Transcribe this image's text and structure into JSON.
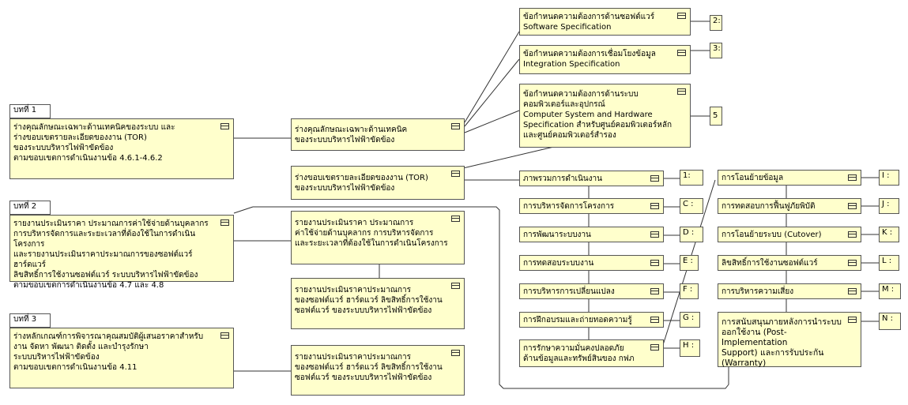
{
  "chapters": [
    {
      "tab": "บทที่ 1",
      "text": "ร่างคุณลักษณะเฉพาะด้านเทคนิคของระบบ และ\nร่างขอบเขตรายละเอียดของงาน (TOR)\nของระบบบริหารไฟฟ้าขัดข้อง\nตามขอบเขตการดำเนินงานข้อ 4.6.1-4.6.2"
    },
    {
      "tab": "บทที่ 2",
      "text": "รายงานประเมินราคา ประมาณการค่าใช้จ่ายด้านบุคลากร\nการบริหารจัดการและระยะเวลาที่ต้องใช้ในการดำเนินโครงการ\nและรายงานประเมินราคาประมาณการของซอฟต์แวร์ ฮาร์ดแวร์\nลิขสิทธิ์การใช้งานซอฟต์แวร์ ระบบบริหารไฟฟ้าขัดข้อง\nตามขอบเขตการดำเนินงานข้อ 4.7 และ 4.8"
    },
    {
      "tab": "บทที่ 3",
      "text": "ร่างหลักเกณฑ์การพิจารณาคุณสมบัติผู้เสนอราคาสำหรับ\nงาน จัดหา พัฒนา ติดตั้ง และบำรุงรักษา\nระบบบริหารไฟฟ้าขัดข้อง\nตามขอบเขตการดำเนินงานข้อ 4.11"
    }
  ],
  "middle": [
    "ร่างคุณลักษณะเฉพาะด้านเทคนิค\nของระบบบริหารไฟฟ้าขัดข้อง",
    "ร่างขอบเขตรายละเอียดของงาน (TOR)\nของระบบบริหารไฟฟ้าขัดข้อง",
    "รายงานประเมินราคา ประมาณการ\nค่าใช้จ่ายด้านบุคลากร การบริหารจัดการ\nและระยะเวลาที่ต้องใช้ในการดำเนินโครงการ",
    "รายงานประเมินราคาประมาณการ\nของซอฟต์แวร์ ฮาร์ดแวร์ ลิขสิทธิ์การใช้งาน\nซอฟต์แวร์ ของระบบบริหารไฟฟ้าขัดข้อง",
    "รายงานประเมินราคาประมาณการ\nของซอฟต์แวร์ ฮาร์ดแวร์ ลิขสิทธิ์การใช้งาน\nซอฟต์แวร์ ของระบบบริหารไฟฟ้าขัดข้อง"
  ],
  "specs": [
    {
      "text": "ข้อกำหนดความต้องการด้านซอฟต์แวร์\nSoftware Specification",
      "tag": "2:"
    },
    {
      "text": "ข้อกำหนดความต้องการเชื่อมโยงข้อมูล\nIntegration Specification",
      "tag": "3:"
    },
    {
      "text": "ข้อกำหนดความต้องการด้านระบบ\nคอมพิวเตอร์และอุปกรณ์\nComputer System and Hardware\nSpecification สำหรับศูนย์คอมพิวเตอร์หลัก\nและศูนย์คอมพิวเตอร์สำรอง",
      "tag": "5"
    }
  ],
  "tor_items_a": [
    {
      "text": "ภาพรวมการดำเนินงาน",
      "tag": "1:"
    },
    {
      "text": "การบริหารจัดการโครงการ",
      "tag": "C :"
    },
    {
      "text": "การพัฒนาระบบงาน",
      "tag": "D :"
    },
    {
      "text": "การทดสอบระบบงาน",
      "tag": "E :"
    },
    {
      "text": "การบริหารการเปลี่ยนแปลง",
      "tag": "F :"
    },
    {
      "text": "การฝึกอบรมและถ่ายทอดความรู้",
      "tag": "G :"
    },
    {
      "text": "การรักษาความมั่นคงปลอดภัย\nด้านข้อมูลและทรัพย์สินของ กฟภ",
      "tag": "H :"
    }
  ],
  "tor_items_b": [
    {
      "text": "การโอนย้ายข้อมูล",
      "tag": "I :"
    },
    {
      "text": "การทดสอบการฟื้นฟูภัยพิบัติ",
      "tag": "J :"
    },
    {
      "text": "การโอนย้ายระบบ (Cutover)",
      "tag": "K :"
    },
    {
      "text": "ลิขสิทธิ์การใช้งานซอฟต์แวร์",
      "tag": "L :"
    },
    {
      "text": "การบริหารความเสี่ยง",
      "tag": "M :"
    },
    {
      "text": "การสนับสนุนภายหลังการนำระบบ\nออกใช้งาน (Post-Implementation\nSupport) และการรับประกัน\n(Warranty)",
      "tag": "N :"
    }
  ]
}
